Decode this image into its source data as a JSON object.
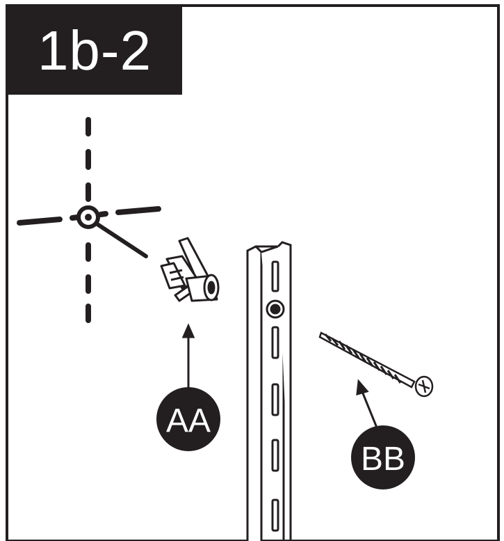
{
  "step": {
    "label": "1b-2"
  },
  "callouts": [
    {
      "id": "anchor",
      "label": "AA"
    },
    {
      "id": "screw",
      "label": "BB"
    }
  ],
  "colors": {
    "ink": "#231f20",
    "paper": "#ffffff"
  },
  "icons": [
    "crosshair-mark-icon",
    "wall-anchor-icon",
    "wall-standard-icon",
    "screw-icon"
  ]
}
